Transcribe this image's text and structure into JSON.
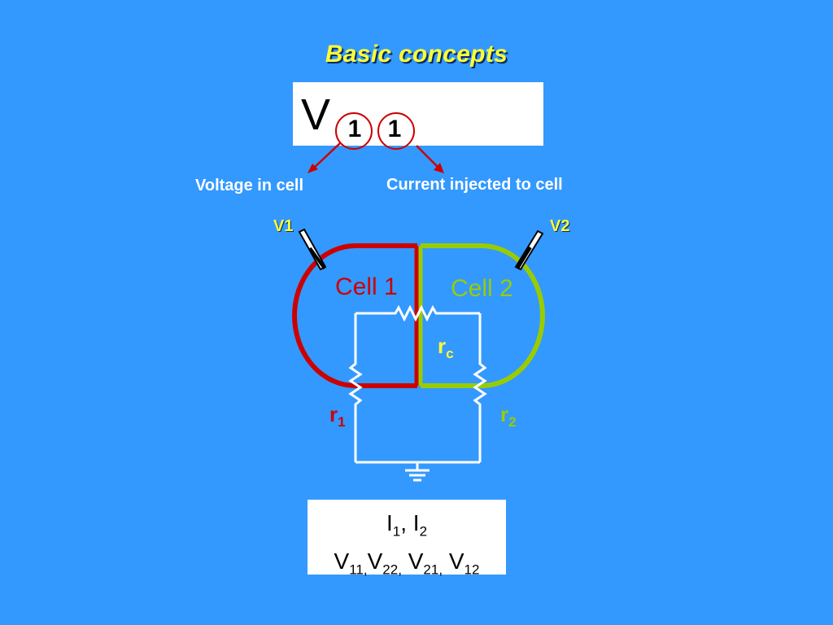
{
  "slide": {
    "title": "Basic concepts"
  },
  "notation": {
    "symbol": "V",
    "index_first": "1",
    "index_second": "1",
    "caption_first": "Voltage in cell",
    "caption_second": "Current injected to cell"
  },
  "diagram": {
    "probe_left": "V1",
    "probe_right": "V2",
    "cell_left": "Cell 1",
    "cell_right": "Cell 2",
    "coupling": {
      "base": "r",
      "sub": "c"
    },
    "res_left": {
      "base": "r",
      "sub": "1"
    },
    "res_right": {
      "base": "r",
      "sub": "2"
    }
  },
  "equations": {
    "line1": [
      {
        "base": "I",
        "sub": "1"
      },
      {
        "base": "I",
        "sub": "2"
      }
    ],
    "line2": [
      {
        "base": "V",
        "sub": "11"
      },
      {
        "base": "V",
        "sub": "22"
      },
      {
        "base": "V",
        "sub": "21"
      },
      {
        "base": "V",
        "sub": "12"
      }
    ]
  },
  "colors": {
    "background": "#3399ff",
    "cell1": "#cc0000",
    "cell2": "#99cc00",
    "title": "#ffff33"
  }
}
